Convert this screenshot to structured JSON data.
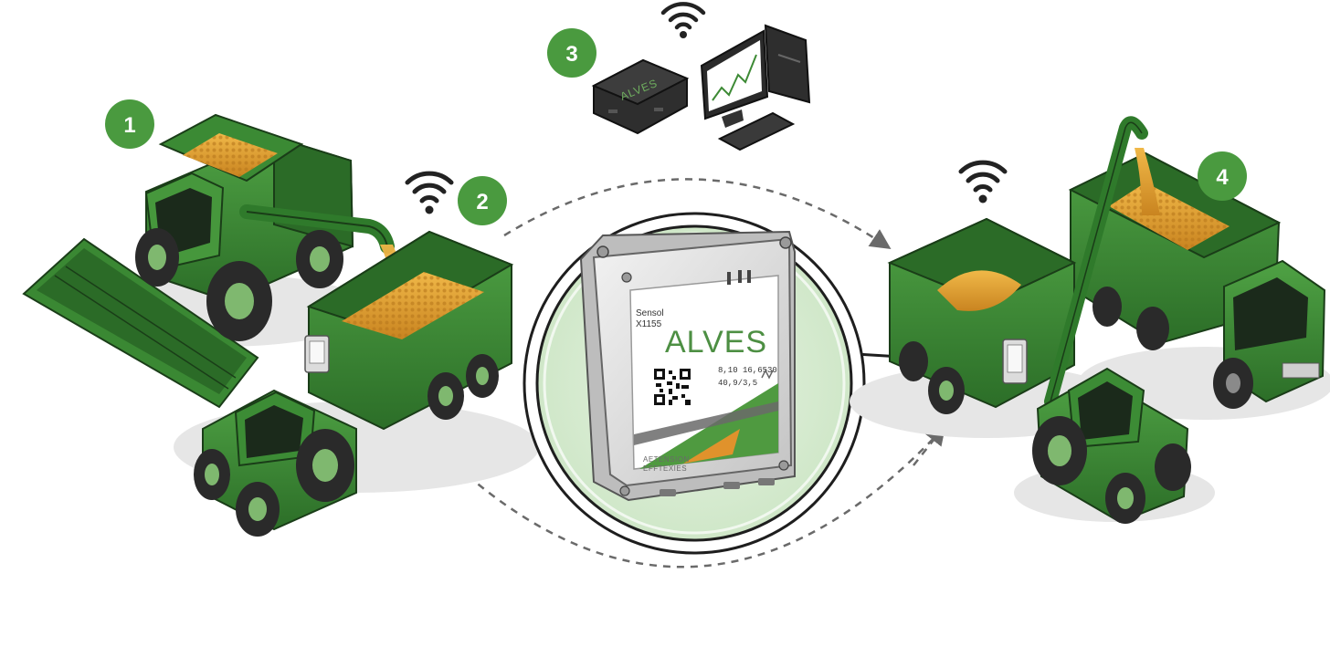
{
  "steps": [
    {
      "number": "1"
    },
    {
      "number": "2"
    },
    {
      "number": "3"
    },
    {
      "number": "4"
    }
  ],
  "device": {
    "line1": "Sensol",
    "line2": "X1155",
    "brand": "ALVES",
    "code1": "8,10 16,6530",
    "code2": "40,9/3,5",
    "footer1": "AETENSION",
    "footer2": "EFFTEXIES"
  },
  "gateway": {
    "brand": "ALVES"
  },
  "colors": {
    "badge": "#4a9a3f",
    "machine_green": "#3d8a35",
    "machine_dark": "#1f4d1d",
    "grain": "#e0a030",
    "tire": "#2a2a2a"
  },
  "icons": [
    "wifi-icon",
    "computer-icon",
    "gateway-icon",
    "qr-code-icon"
  ]
}
